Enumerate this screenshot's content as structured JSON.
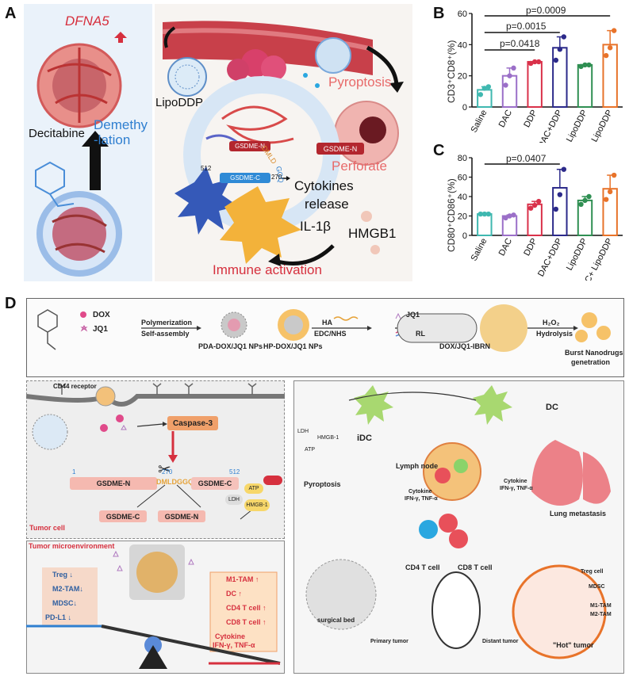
{
  "panel_a": {
    "letter": "A",
    "gene": "DFNA5",
    "drug": "Decitabine",
    "demethylation": "Demethy\n-lation",
    "lipoddp": "LipoDDP",
    "pyroptosis": "Pyroptosis",
    "gsdme_n_1": "GSDME-N",
    "gsdme_n_2": "GSDME-N",
    "gsdme_c": "GSDME-C",
    "dmld": "DMLD",
    "ggq": "GGQ",
    "pos270": "270",
    "pos512": "512",
    "perforate": "Perforate",
    "cytokines": "Cytokines",
    "release": "release",
    "il1b": "IL-1β",
    "hmgb1": "HMGB1",
    "immune": "Immune activation"
  },
  "panel_b": {
    "letter": "B",
    "ylabel": "CD3⁺CD8⁺(%)",
    "pvalues": [
      "p=0.0009",
      "p=0.0015",
      "p=0.0418"
    ]
  },
  "panel_c": {
    "letter": "C",
    "ylabel": "CD80⁺CD86⁺(%)",
    "pvalues": [
      "p=0.0407"
    ]
  },
  "chart_data": [
    {
      "type": "bar",
      "categories": [
        "Saline",
        "DAC",
        "DDP",
        "DAC+DDP",
        "LipoDDP",
        "DAC+ LipoDDP"
      ],
      "values": [
        11,
        20,
        29,
        38,
        27,
        40
      ],
      "points": [
        [
          8,
          12,
          13
        ],
        [
          14,
          20,
          25
        ],
        [
          28,
          29,
          29
        ],
        [
          30,
          37,
          45
        ],
        [
          26,
          27,
          27
        ],
        [
          33,
          38,
          49
        ]
      ],
      "colors": [
        "#3fb8b0",
        "#9b6fc8",
        "#d9314a",
        "#2c2a8a",
        "#2f8f52",
        "#e8732a"
      ],
      "ylabel": "CD3⁺CD8⁺(%)",
      "ylim": [
        0,
        60
      ],
      "yticks": [
        0,
        20,
        40,
        60
      ],
      "significance": [
        "p=0.0009",
        "p=0.0015",
        "p=0.0418"
      ]
    },
    {
      "type": "bar",
      "categories": [
        "Saline",
        "DAC",
        "DDP",
        "DAC+DDP",
        "LipoDDP",
        "DAC+ LipoDDP"
      ],
      "values": [
        22,
        20,
        32,
        49,
        36,
        48
      ],
      "points": [
        [
          22,
          22,
          22
        ],
        [
          18,
          20,
          21
        ],
        [
          28,
          31,
          35
        ],
        [
          27,
          42,
          68
        ],
        [
          32,
          36,
          40
        ],
        [
          37,
          45,
          62
        ]
      ],
      "colors": [
        "#3fb8b0",
        "#9b6fc8",
        "#d9314a",
        "#2c2a8a",
        "#2f8f52",
        "#e8732a"
      ],
      "ylabel": "CD80⁺CD86⁺(%)",
      "ylim": [
        0,
        80
      ],
      "yticks": [
        0,
        20,
        40,
        60,
        80
      ],
      "significance": [
        "p=0.0407"
      ]
    }
  ],
  "panel_d": {
    "letter": "D",
    "top": {
      "dox": "DOX",
      "jq1": "JQ1",
      "step1_top": "Polymerization",
      "step1_bot": "Self-assembly",
      "np1": "PDA-DOX/JQ1 NPs",
      "step2_top": "HA",
      "step2_bot": "EDC/NHS",
      "np2": "HP-DOX/JQ1 NPs",
      "step3_top": "JQ1",
      "step3_bot": "RL",
      "np3": "DOX/JQ1-IBRN",
      "step4_top": "H₂O₂",
      "step4_bot": "Hydrolysis",
      "np4_1": "Burst Nanodrugs",
      "np4_2": "genetration"
    },
    "left": {
      "cd44": "CD44 receptor",
      "caspase": "Caspase-3",
      "num1": "1",
      "num270": "270",
      "num512": "512",
      "gsdme_n": "GSDME-N",
      "dmldggq": "DMLDGGQ",
      "gsdme_c": "GSDME-C",
      "split_c": "GSDME-C",
      "split_n": "GSDME-N",
      "tumor_cell": "Tumor cell",
      "atp": "ATP",
      "ldh": "LDH",
      "hmgb1": "HMGB-1",
      "tme": "Tumor microenvironment",
      "down": [
        "Treg ↓",
        "M2-TAM↓",
        "MDSC↓",
        "PD-L1 ↓"
      ],
      "up": [
        "M1-TAM ↑",
        "DC ↑",
        "CD4 T cell ↑",
        "CD8 T cell ↑",
        "Cytokine",
        "IFN-γ, TNF-α"
      ]
    },
    "right": {
      "ldh": "LDH",
      "hmgb1": "HMGB-1",
      "atp": "ATP",
      "pyroptosis": "Pyroptosis",
      "idc": "iDC",
      "dc": "DC",
      "lymph": "Lymph node",
      "cyto1_a": "Cytokine",
      "cyto1_b": "IFN-γ, TNF-α",
      "cyto2_a": "Cytokine",
      "cyto2_b": "IFN-γ, TNF-α",
      "lung": "Lung metastasis",
      "cd4": "CD4 T cell",
      "cd8": "CD8 T cell",
      "surgical": "surgical bed",
      "primary": "Primary tumor",
      "distant": "Distant tumor",
      "hot": "\"Hot\" tumor",
      "treg": "Treg cell",
      "mdsc": "MDSC",
      "m1": "M1-TAM",
      "m2": "M2-TAM"
    }
  },
  "colors": {
    "red": "#d6303e",
    "blue": "#2f7fd0",
    "orange": "#f0a04a",
    "gsdme_n": "#f5b9b0",
    "gsdme_c": "#f5c2bb"
  }
}
